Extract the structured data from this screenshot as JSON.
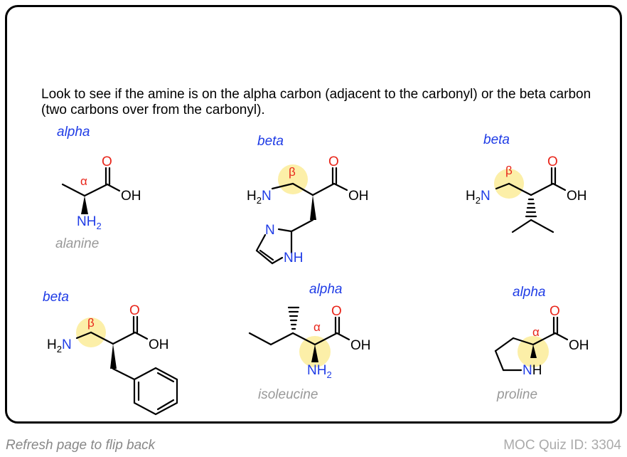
{
  "intro": "Look to see if the amine is on the alpha carbon (adjacent to the carbonyl) or the beta carbon (two carbons over from the carbonyl).",
  "molecules": [
    {
      "tag": "alpha",
      "name": "alanine"
    },
    {
      "tag": "beta",
      "name": ""
    },
    {
      "tag": "beta",
      "name": ""
    },
    {
      "tag": "beta",
      "name": ""
    },
    {
      "tag": "alpha",
      "name": "isoleucine"
    },
    {
      "tag": "alpha",
      "name": "proline"
    }
  ],
  "atoms": {
    "O": "O",
    "OH": "OH",
    "NH2_N": "NH",
    "NH2_sub": "2",
    "H2N_H": "H",
    "H2N_2": "2",
    "H2N_N": "N",
    "N": "N",
    "NH": "NH",
    "alpha_sym": "α",
    "beta_sym": "β"
  },
  "footer": {
    "left": "Refresh page to flip back",
    "right": "MOC Quiz ID: 3304"
  },
  "colors": {
    "oxygen": "#e8251a",
    "nitrogen": "#1f3ce6",
    "tag": "#1f3ce6",
    "name": "#999999",
    "highlight": "#fcefa8"
  }
}
